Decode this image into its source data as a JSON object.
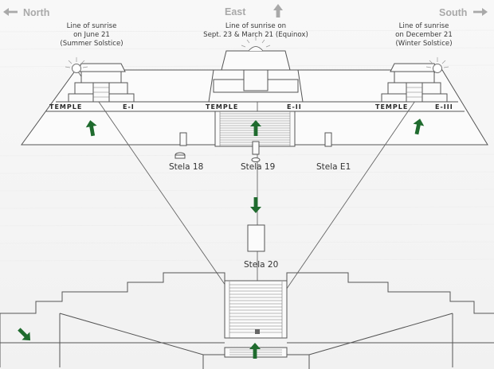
{
  "directions": {
    "north": "North",
    "east": "East",
    "south": "South",
    "arrow_color": "#a9a9a9"
  },
  "captions": {
    "summer": [
      "Line of sunrise",
      "on June 21",
      "(Summer Solstice)"
    ],
    "equinox": [
      "Line of sunrise on",
      "Sept. 23 & March 21 (Equinox)"
    ],
    "winter": [
      "Line of sunrise",
      "on December 21",
      "(Winter Solstice)"
    ]
  },
  "temples": {
    "e1": {
      "word": "TEMPLE",
      "num": "E-I"
    },
    "e2": {
      "word": "TEMPLE",
      "num": "E-II"
    },
    "e3": {
      "word": "TEMPLE",
      "num": "E-III"
    }
  },
  "stelae": {
    "s18": "Stela 18",
    "s19": "Stela 19",
    "e1": "Stela E1",
    "s20": "Stela 20"
  },
  "colors": {
    "arrows": "#1f6b2e",
    "lines": "#555555"
  },
  "icons": {
    "pointer_arrow": "green-arrow-icon",
    "compass_arrow": "gray-arrow-icon",
    "sun": "sun-icon"
  }
}
